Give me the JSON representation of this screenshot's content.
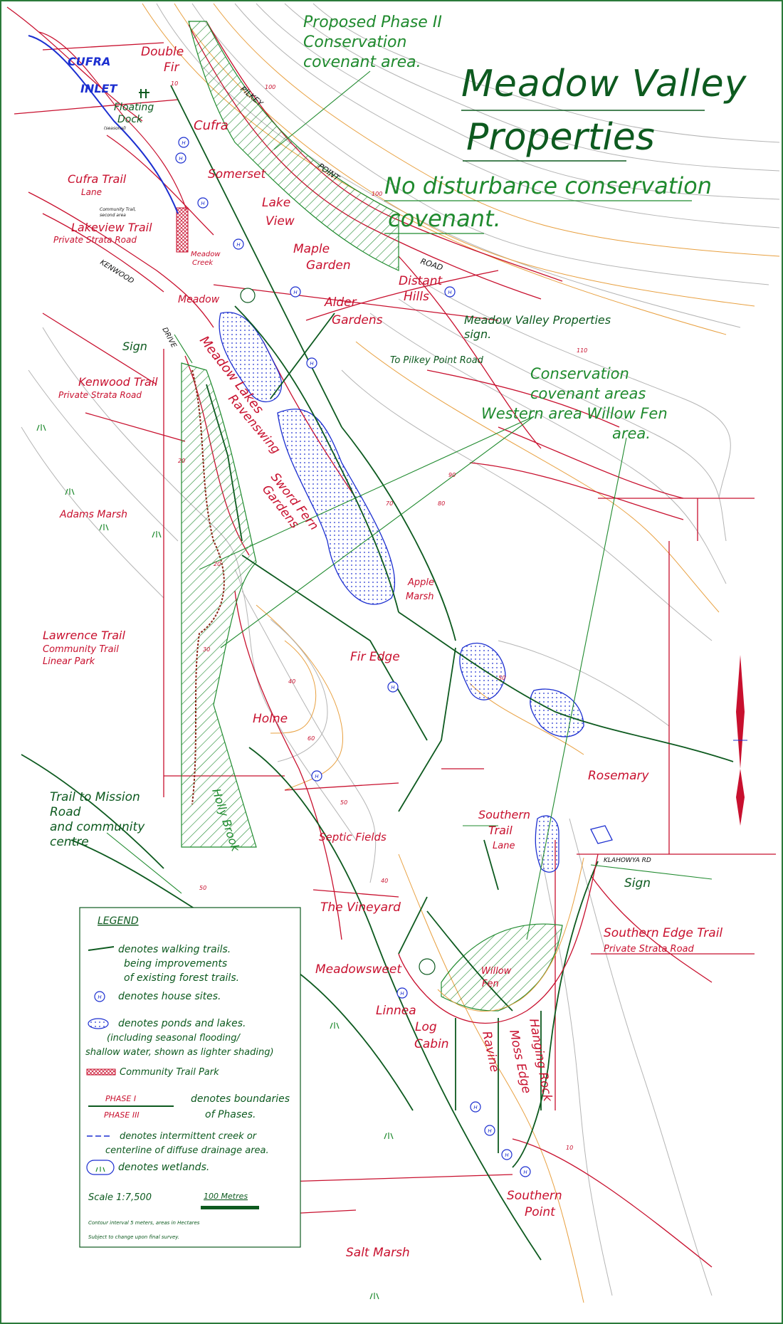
{
  "title": {
    "line1": "Meadow Valley",
    "line2": "Properties",
    "covenant_line1": "No disturbance conservation",
    "covenant_line2": "covenant."
  },
  "labels": {
    "proposed_phase": [
      "Proposed Phase II",
      "Conservation",
      "covenant area."
    ],
    "cufra_inlet": [
      "CUFRA",
      "INLET"
    ],
    "floating_dock": [
      "Floating",
      "Dock"
    ],
    "floating_dock_note": "(seasonal)",
    "double_fir": [
      "Double",
      "Fir"
    ],
    "cufra": "Cufra",
    "somerset": "Somerset",
    "lake_view": [
      "Lake",
      "View"
    ],
    "maple_garden": [
      "Maple",
      "Garden"
    ],
    "alder_gardens": [
      "Alder",
      "Gardens"
    ],
    "distant_hills": [
      "Distant",
      "Hills"
    ],
    "cufra_trail": [
      "Cufra Trail",
      "Lane"
    ],
    "community_trail_note": [
      "Community Trail,",
      "second area"
    ],
    "lakeview_trail": [
      "Lakeview Trail",
      "Private Strata Road"
    ],
    "kenwood": "KENWOOD",
    "drive": "DRIVE",
    "meadow_creek": [
      "Meadow",
      "Creek"
    ],
    "meadow": "Meadow",
    "meadow_lakes": "Meadow Lakes",
    "pilkey": "PILKEY",
    "point": "POINT",
    "road": "ROAD",
    "mvp_sign": [
      "Meadow Valley Properties",
      "sign."
    ],
    "to_pilkey": "To Pilkey Point Road",
    "sign": "Sign",
    "kenwood_trail": [
      "Kenwood Trail",
      "Private Strata Road"
    ],
    "ravenswing": "Ravenswing",
    "sword_fern": [
      "Sword Fern",
      "Gardens"
    ],
    "conservation_areas": [
      "Conservation",
      "covenant areas",
      "Western area  Willow Fen",
      "area."
    ],
    "adams_marsh": "Adams Marsh",
    "apple_marsh": [
      "Apple",
      "Marsh"
    ],
    "lawrence_trail": [
      "Lawrence Trail",
      "Community Trail",
      "Linear Park"
    ],
    "fir_edge": "Fir Edge",
    "holne": "Holne",
    "rosemary": "Rosemary",
    "trail_to_mission": [
      "Trail to Mission",
      "Road",
      "and community",
      "centre"
    ],
    "holly_brook": "Holly Brook",
    "septic_fields": "Septic Fields",
    "southern_trail": [
      "Southern",
      "Trail",
      "Lane"
    ],
    "klahowya": "KLAHOWYA RD",
    "sign2": "Sign",
    "southern_edge_trail": [
      "Southern Edge Trail",
      "Private Strata Road"
    ],
    "the_vineyard": "The Vineyard",
    "meadowsweet": "Meadowsweet",
    "willow_fen": [
      "Willow",
      "Fen"
    ],
    "linnea": "Linnea",
    "log_cabin": [
      "Log",
      "Cabin"
    ],
    "ravine": "Ravine",
    "moss_edge": "Moss Edge",
    "hanging_rock": "Hanging Rock",
    "southern_point": [
      "Southern",
      "Point"
    ],
    "salt_marsh": "Salt Marsh"
  },
  "contour_labels": [
    "10",
    "20",
    "30",
    "40",
    "50",
    "60",
    "70",
    "80",
    "90",
    "100",
    "110"
  ],
  "legend": {
    "title": "LEGEND",
    "walking_trails": [
      "denotes walking trails.",
      "being improvements",
      "of existing forest trails."
    ],
    "house_sites": "denotes house sites.",
    "ponds": [
      "denotes ponds and lakes.",
      "(including seasonal flooding/",
      "shallow water, shown as lighter shading)"
    ],
    "community_trail_park": "Community Trail Park",
    "phase_top": "PHASE I",
    "phase_bottom": "PHASE III",
    "phases": [
      "denotes boundaries",
      "of Phases."
    ],
    "creek": [
      "denotes intermittent creek or",
      "centerline of diffuse drainage area."
    ],
    "wetlands": "denotes wetlands.",
    "scale": "Scale 1:7,500",
    "scale_bar": "100 Metres",
    "contour_note": "Contour interval 5 meters, areas in Hectares",
    "survey_note": "Subject to change upon final survey."
  },
  "house_marker_letter": "H",
  "colors": {
    "boundary": "#c8102e",
    "trail": "#0d5a1f",
    "conservation": "#1f8a2e",
    "water": "#1c2fd0",
    "contour_orange": "#e8a040",
    "contour_grey": "#b4b4b4"
  }
}
